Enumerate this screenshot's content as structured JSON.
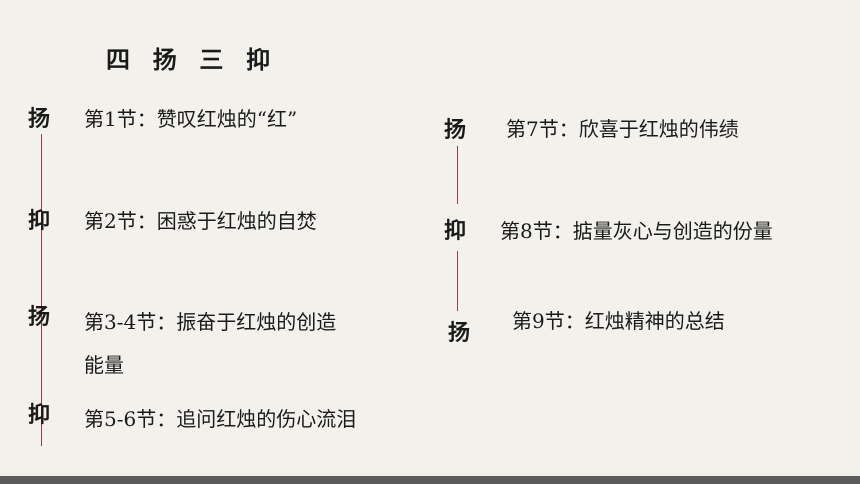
{
  "slide": {
    "title": "四  扬  三  抑",
    "left_column": [
      {
        "marker": "扬",
        "text": "第1节：赞叹红烛的“红”"
      },
      {
        "marker": "抑",
        "text": "第2节：困惑于红烛的自焚"
      },
      {
        "marker": "扬",
        "text": "第3-4节：振奋于红烛的创造",
        "text_cont": "能量"
      },
      {
        "marker": "抑",
        "text": "第5-6节：追问红烛的伤心流泪"
      }
    ],
    "right_column": [
      {
        "marker": "扬",
        "text": "第7节：欣喜于红烛的伟绩"
      },
      {
        "marker": "抑",
        "text": "第8节：掂量灰心与创造的份量"
      },
      {
        "marker": "扬",
        "text": "第9节：红烛精神的总结"
      }
    ],
    "colors": {
      "background": "#f3f1ec",
      "connector_line": "#9e3b3b",
      "bottom_bar": "#5b5b5b"
    }
  }
}
